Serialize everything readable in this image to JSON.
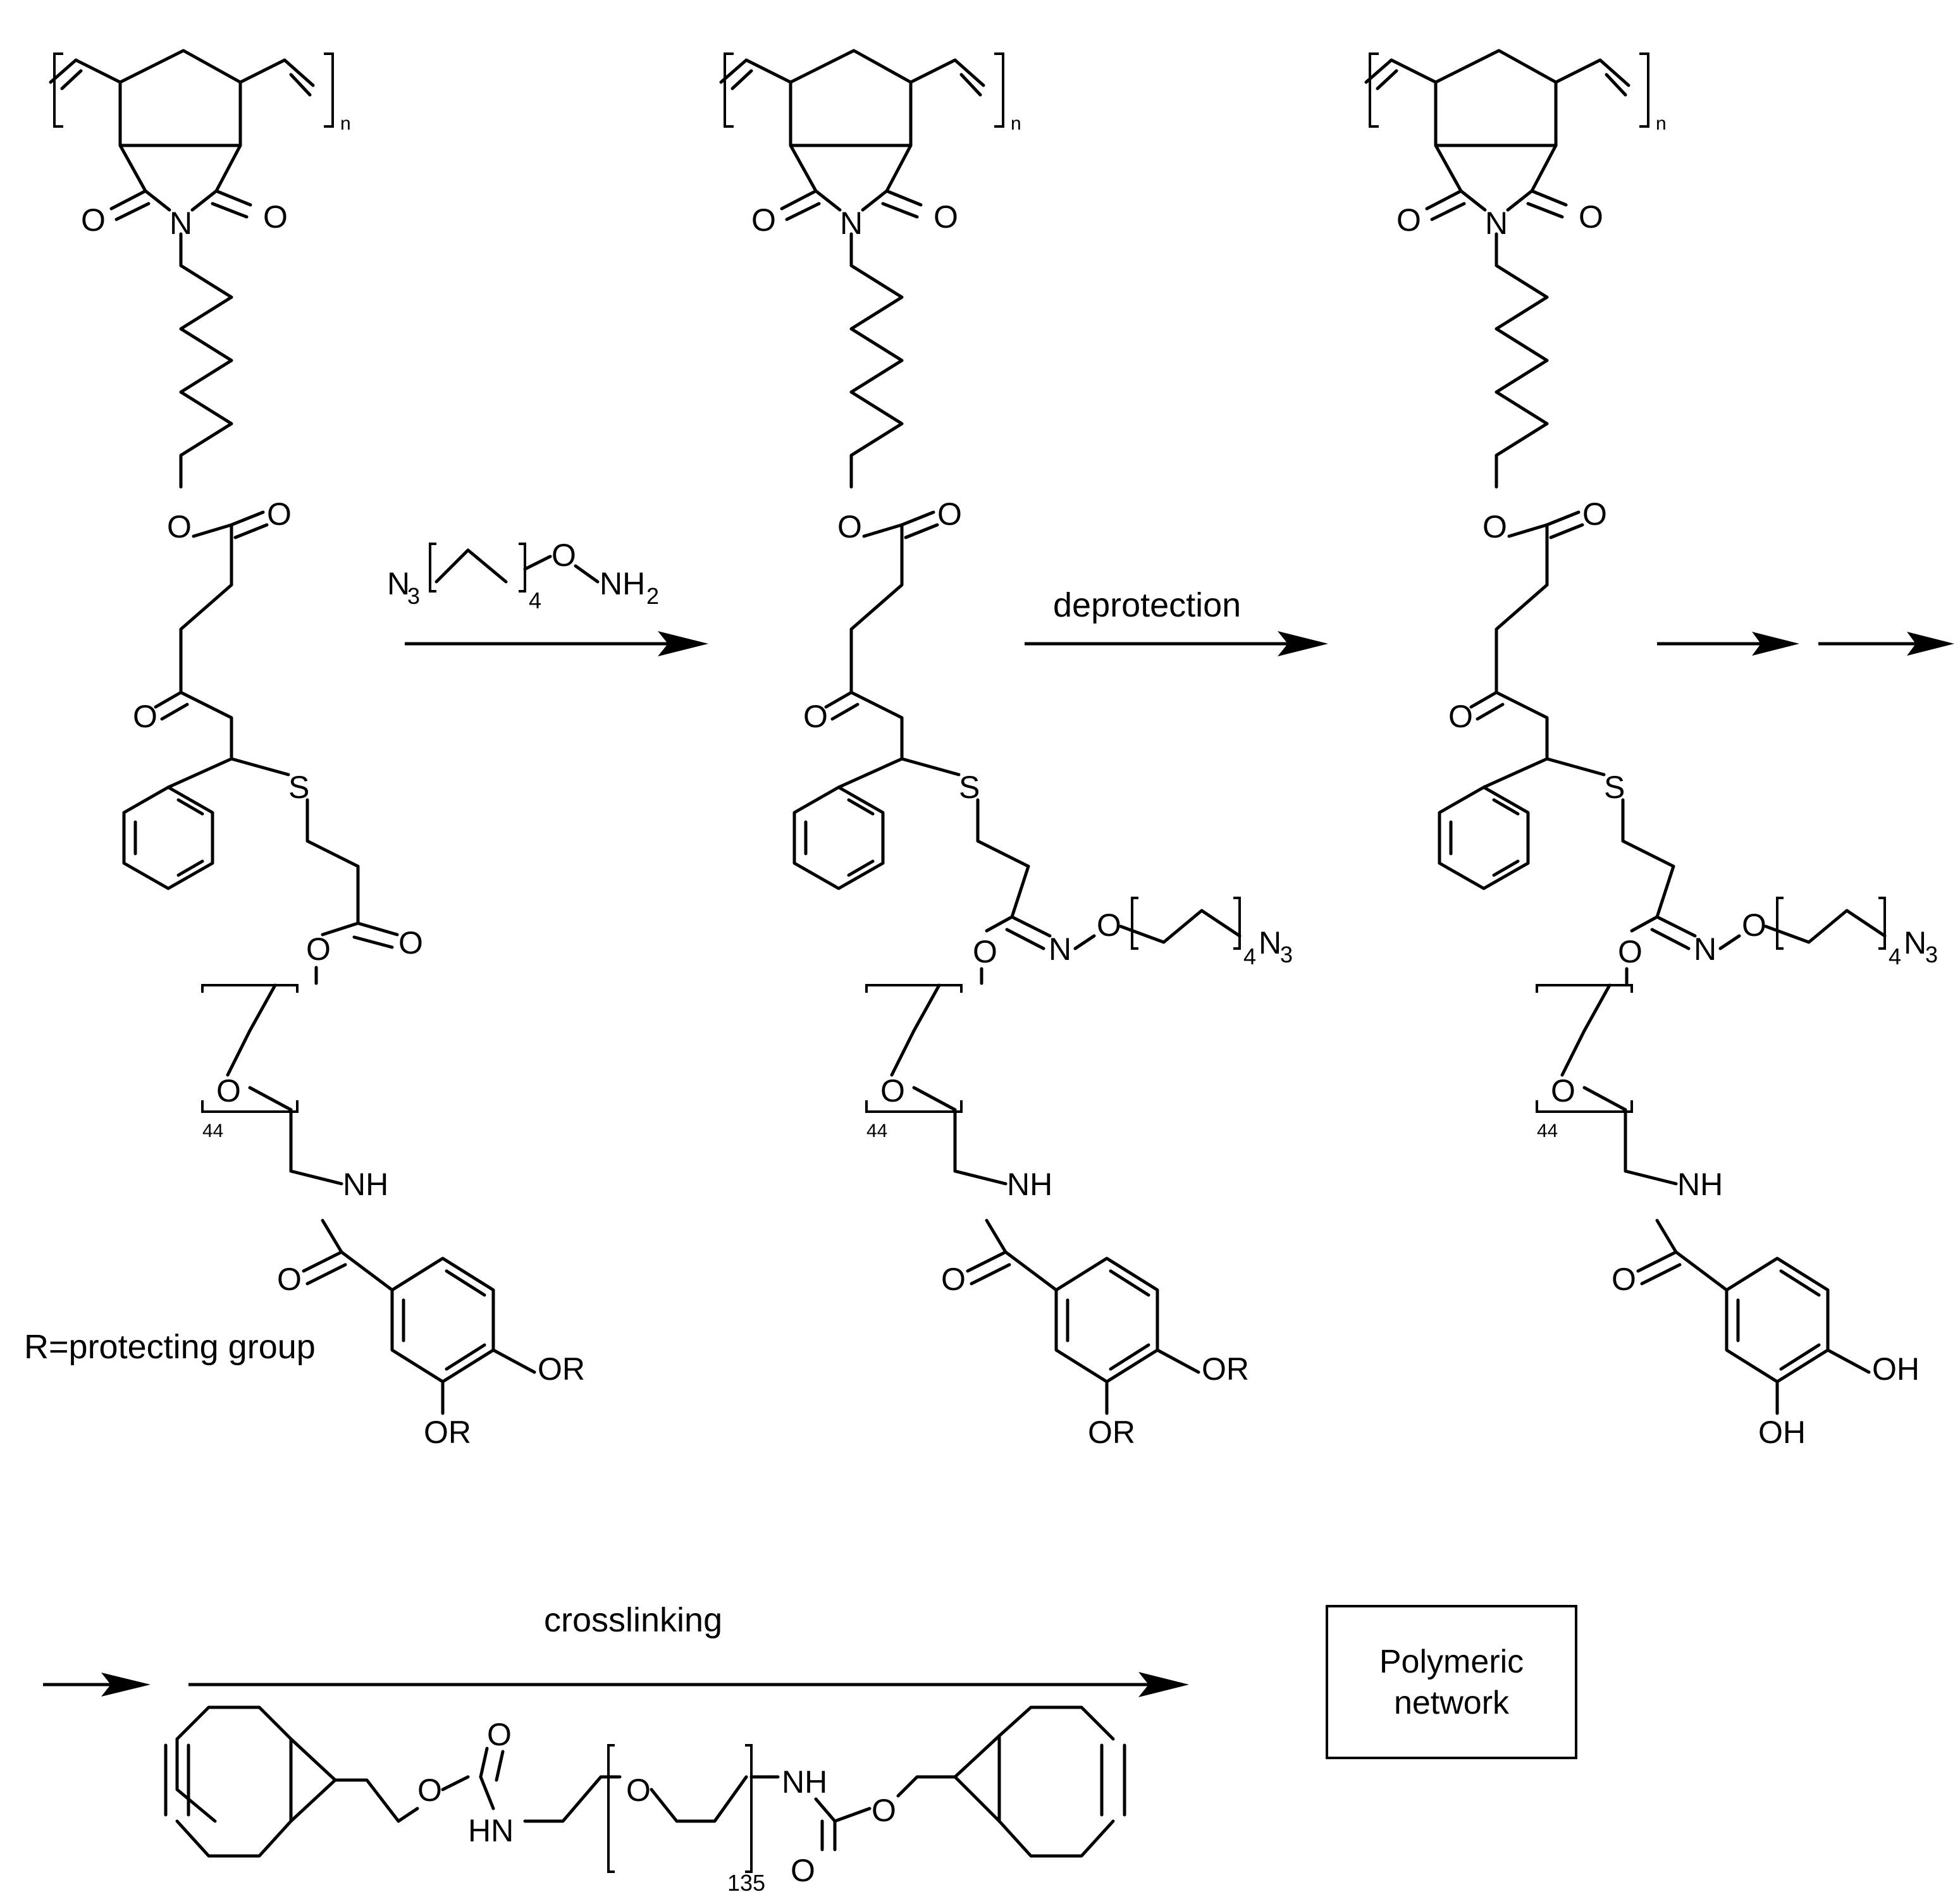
{
  "reagent1": {
    "n3": "N",
    "n3_sub": "3",
    "repeat": "4",
    "o": "O",
    "nh2": "NH",
    "nh2_sub": "2"
  },
  "step_deprotection": "deprotection",
  "step_crosslinking": "crosslinking",
  "r_note": "R=protecting group",
  "product_box": {
    "line1": "Polymeric",
    "line2": "network"
  },
  "polymer_repeat": "n",
  "peg_repeat": "44",
  "crosslinker_peg_repeat": "135",
  "atoms": {
    "O": "O",
    "N": "N",
    "S": "S",
    "NH": "NH",
    "HN": "HN",
    "OR": "OR",
    "OH": "OH",
    "N3": "N",
    "N3_sub": "3",
    "rep4": "4"
  }
}
